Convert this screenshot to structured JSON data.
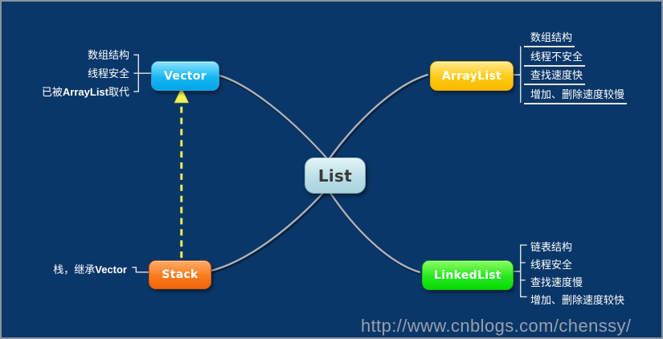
{
  "center": {
    "label": "List"
  },
  "branches": {
    "vector": {
      "label": "Vector",
      "color": "#00a6e8",
      "notes": {
        "structure": "数组结构",
        "thread": "线程安全",
        "replaced_pre": "已被",
        "replaced_bold": "ArrayList",
        "replaced_post": "取代"
      }
    },
    "arraylist": {
      "label": "ArrayList",
      "color": "#f8b900",
      "notes": {
        "structure": "数组结构",
        "thread": "线程不安全",
        "search": "查找速度快",
        "modify": "增加、删除速度较慢"
      }
    },
    "stack": {
      "label": "Stack",
      "color": "#f26408",
      "note_pre": "栈，继承",
      "note_bold": "Vector"
    },
    "linkedlist": {
      "label": "LinkedList",
      "color": "#04dc04",
      "notes": {
        "structure": "链表结构",
        "thread": "线程安全",
        "search": "查找速度慢",
        "modify": "增加、删除速度较快"
      }
    }
  },
  "relation_arrow": {
    "from": "Stack",
    "to": "Vector",
    "style": "dashed",
    "color": "#efed52"
  },
  "watermark": "http://www.cnblogs.com/chenssy/",
  "colors": {
    "background": "#0a3769",
    "frame_border": "#8d929c",
    "connector_line": "#b3b3b6",
    "note_line": "#e3e3e3"
  }
}
